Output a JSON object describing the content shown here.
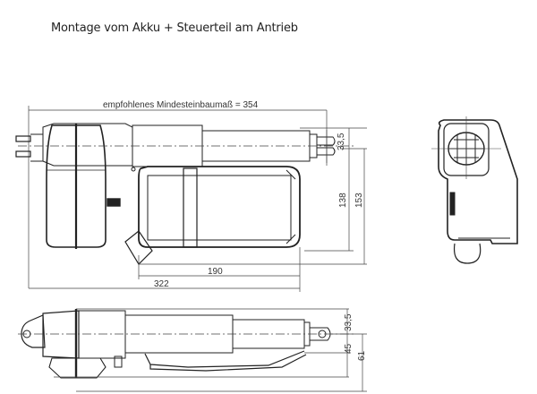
{
  "title": "Montage vom Akku + Steuerteil am Antrieb",
  "dimensions": {
    "min_install": "empfohlenes Mindesteinbaumaß = 354",
    "offset_top": "33,5",
    "height_138": "138",
    "height_153": "153",
    "length_190": "190",
    "length_322": "322",
    "bottom_offset": "33,5",
    "bottom_45": "45",
    "bottom_61": "61"
  },
  "views": {
    "front": "top-view",
    "side": "end-view",
    "bottom": "side-view"
  },
  "colors": {
    "line": "#222222",
    "dim": "#555555",
    "background": "#ffffff"
  }
}
